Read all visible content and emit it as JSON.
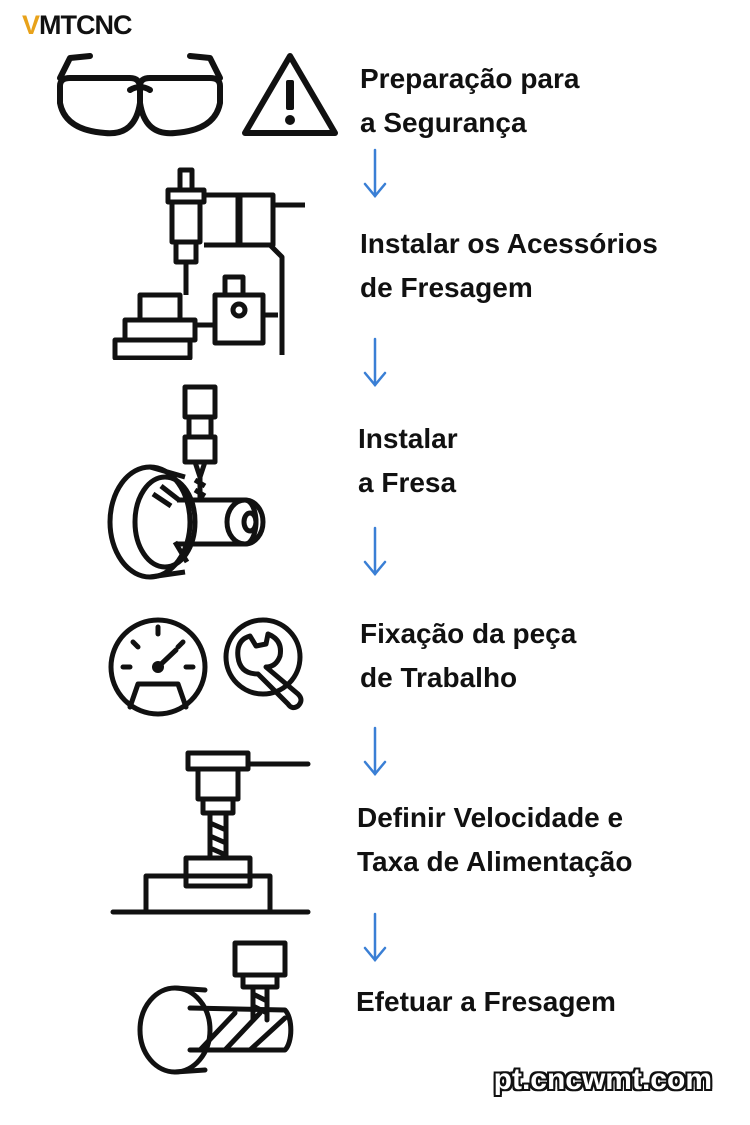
{
  "brand": {
    "logo_mark": "V",
    "logo_text": "MTCNC",
    "accent_color": "#e8a21a"
  },
  "steps": [
    {
      "line1": "Preparação para",
      "line2": "a Segurança",
      "icon": "safety-glasses-warning-icon"
    },
    {
      "line1": "Instalar os Acessórios",
      "line2": "de Fresagem",
      "icon": "milling-accessories-icon"
    },
    {
      "line1": "Instalar",
      "line2": "a Fresa",
      "icon": "chuck-milling-cutter-icon"
    },
    {
      "line1": "Fixação da peça",
      "line2": "de Trabalho",
      "icon": "gauge-wrench-icon"
    },
    {
      "line1": "Definir Velocidade e",
      "line2": "Taxa de Alimentação",
      "icon": "milling-table-icon"
    },
    {
      "line1": "Efetuar a Fresagem",
      "line2": "",
      "icon": "milling-operation-icon"
    }
  ],
  "arrow_color": "#3a7fd5",
  "website": "pt.cncwmt.com"
}
